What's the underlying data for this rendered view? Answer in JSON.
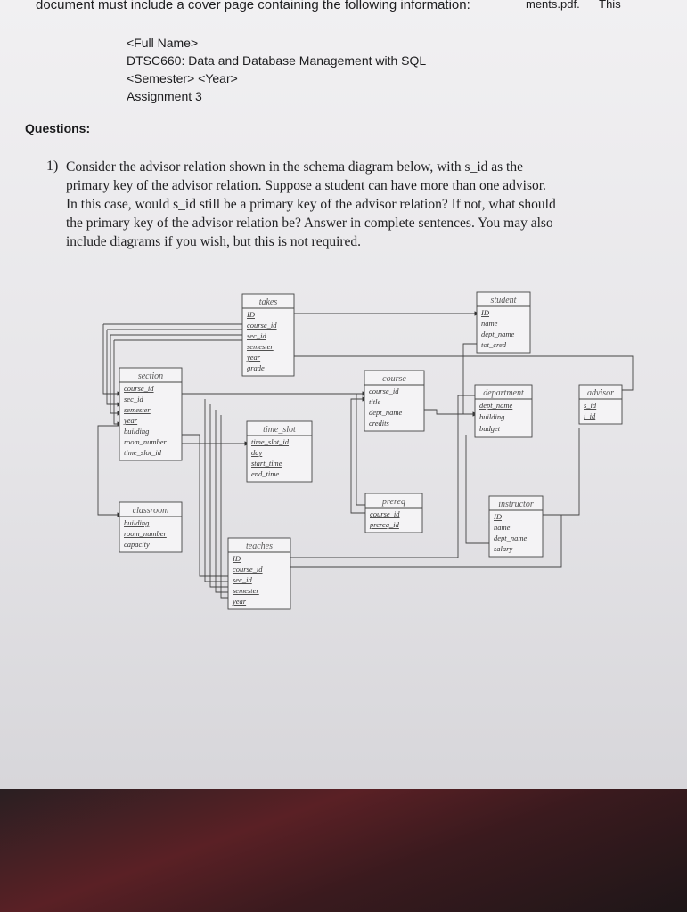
{
  "header": {
    "line": "document must include a cover page containing the following information:",
    "right_fragment": "ments.pdf.",
    "right_word": "This"
  },
  "cover": {
    "line1": "<Full Name>",
    "line2": "DTSC660: Data and Database Management with SQL",
    "line3": "<Semester> <Year>",
    "line4": "Assignment 3"
  },
  "questions_heading": "Questions:",
  "question1": {
    "number": "1)",
    "lines": [
      "Consider the advisor relation shown in the schema diagram below, with s_id as the",
      "primary key of the advisor relation.  Suppose a student can have more than one advisor.",
      "In this case, would s_id still be a primary key of the advisor relation?  If not, what should",
      "the primary key of the advisor relation be?  Answer in complete sentences.  You may also",
      "include diagrams if you wish, but this is not required."
    ]
  },
  "schema": {
    "tables": [
      {
        "name": "takes",
        "attributes": [
          "ID",
          "course_id",
          "sec_id",
          "semester",
          "year",
          "grade"
        ]
      },
      {
        "name": "student",
        "attributes": [
          "ID",
          "name",
          "dept_name",
          "tot_cred"
        ]
      },
      {
        "name": "section",
        "attributes": [
          "course_id",
          "sec_id",
          "semester",
          "year",
          "building",
          "room_number",
          "time_slot_id"
        ]
      },
      {
        "name": "course",
        "attributes": [
          "course_id",
          "title",
          "dept_name",
          "credits"
        ]
      },
      {
        "name": "department",
        "attributes": [
          "dept_name",
          "building",
          "budget"
        ]
      },
      {
        "name": "advisor",
        "attributes": [
          "s_id",
          "i_id"
        ]
      },
      {
        "name": "time_slot",
        "attributes": [
          "time_slot_id",
          "day",
          "start_time",
          "end_time"
        ]
      },
      {
        "name": "prereq",
        "attributes": [
          "course_id",
          "prereq_id"
        ]
      },
      {
        "name": "instructor",
        "attributes": [
          "ID",
          "name",
          "dept_name",
          "salary"
        ]
      },
      {
        "name": "classroom",
        "attributes": [
          "building",
          "room_number",
          "capacity"
        ]
      },
      {
        "name": "teaches",
        "attributes": [
          "ID",
          "course_id",
          "sec_id",
          "semester",
          "year"
        ]
      }
    ]
  },
  "colors": {
    "paper": "#ecebee",
    "ink": "#1f1f22",
    "table_title": "#555"
  }
}
